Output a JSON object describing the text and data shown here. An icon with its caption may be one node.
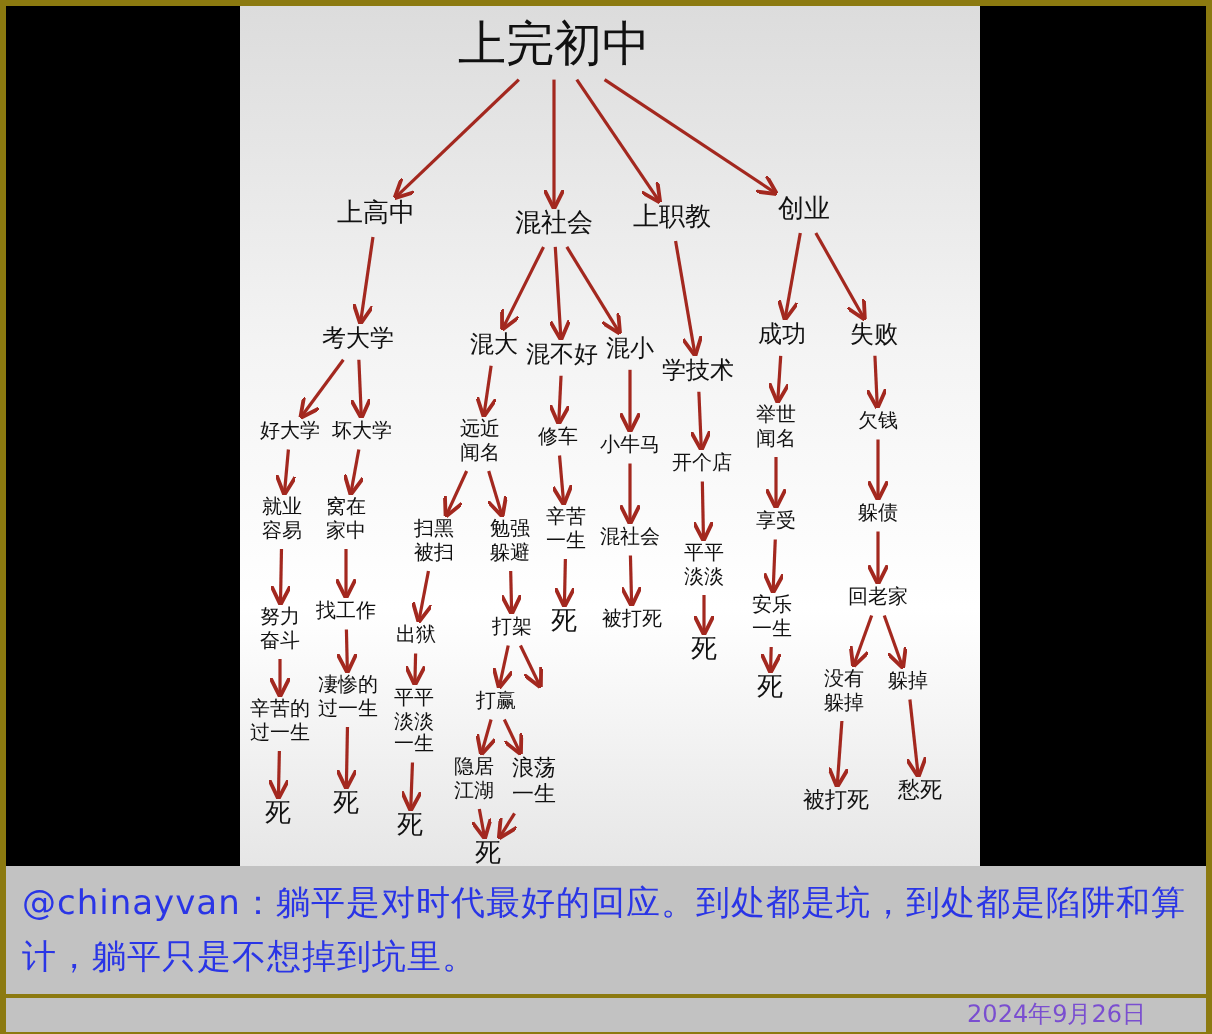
{
  "diagram": {
    "caption": "@chinayvan：躺平是对时代最好的回应。到处都是坑，到处都是陷阱和算计，躺平只是不想掉到坑里。",
    "nodes": [
      {
        "text": [
          "上完初中"
        ]
      },
      {
        "text": [
          "上高中"
        ]
      },
      {
        "text": [
          "混社会"
        ]
      },
      {
        "text": [
          "上职教"
        ]
      },
      {
        "text": [
          "创业"
        ]
      },
      {
        "text": [
          "考大学"
        ]
      },
      {
        "text": [
          "混大"
        ]
      },
      {
        "text": [
          "混不好"
        ]
      },
      {
        "text": [
          "混小"
        ]
      },
      {
        "text": [
          "学技术"
        ]
      },
      {
        "text": [
          "成功"
        ]
      },
      {
        "text": [
          "失败"
        ]
      },
      {
        "text": [
          "好大学"
        ]
      },
      {
        "text": [
          "坏大学"
        ]
      },
      {
        "text": [
          "远近闻名"
        ]
      },
      {
        "text": [
          "修车"
        ]
      },
      {
        "text": [
          "小牛马"
        ]
      },
      {
        "text": [
          "开个店"
        ]
      },
      {
        "text": [
          "举世闻名"
        ]
      },
      {
        "text": [
          "欠钱"
        ]
      },
      {
        "text": [
          "就业容易"
        ]
      },
      {
        "text": [
          "窝在家中"
        ]
      },
      {
        "text": [
          "扫黑被扫"
        ]
      },
      {
        "text": [
          "勉强躲避"
        ]
      },
      {
        "text": [
          "辛苦一生"
        ]
      },
      {
        "text": [
          "混社会"
        ]
      },
      {
        "text": [
          "平平淡淡"
        ]
      },
      {
        "text": [
          "享受"
        ]
      },
      {
        "text": [
          "躲债"
        ]
      },
      {
        "text": [
          "努力奋斗"
        ]
      },
      {
        "text": [
          "找工作"
        ]
      },
      {
        "text": [
          "出狱"
        ]
      },
      {
        "text": [
          "打架"
        ]
      },
      {
        "text": [
          "死"
        ]
      },
      {
        "text": [
          "被打死"
        ]
      },
      {
        "text": [
          "安乐一生"
        ]
      },
      {
        "text": [
          "回老家"
        ]
      },
      {
        "text": [
          "辛苦的过一生"
        ]
      },
      {
        "text": [
          "凄惨的过一生"
        ]
      },
      {
        "text": [
          "平平淡淡一生"
        ]
      },
      {
        "text": [
          "打赢"
        ]
      },
      {
        "text": [
          "死"
        ]
      },
      {
        "text": [
          "没有躲掉"
        ]
      },
      {
        "text": [
          "躲掉"
        ]
      },
      {
        "text": [
          "死"
        ]
      },
      {
        "text": [
          "死"
        ]
      },
      {
        "text": [
          "死"
        ]
      },
      {
        "text": [
          "隐居江湖"
        ]
      },
      {
        "text": [
          "浪荡一生"
        ]
      },
      {
        "text": [
          "死"
        ]
      },
      {
        "text": [
          "死"
        ]
      },
      {
        "text": [
          "被打死"
        ]
      },
      {
        "text": [
          "愁死"
        ]
      }
    ],
    "edges": [
      {
        "from": 0,
        "to": 1,
        "arrow": "to"
      },
      {
        "from": 0,
        "to": 2,
        "arrow": "to"
      },
      {
        "from": 0,
        "to": 3,
        "arrow": "to"
      },
      {
        "from": 0,
        "to": 4,
        "arrow": "to"
      },
      {
        "from": 1,
        "to": 5,
        "arrow": "to"
      },
      {
        "from": 2,
        "to": 6,
        "arrow": "to"
      },
      {
        "from": 2,
        "to": 7,
        "arrow": "to"
      },
      {
        "from": 2,
        "to": 8,
        "arrow": "to"
      },
      {
        "from": 3,
        "to": 9,
        "arrow": "to"
      },
      {
        "from": 4,
        "to": 10,
        "arrow": "to"
      },
      {
        "from": 4,
        "to": 11,
        "arrow": "to"
      },
      {
        "from": 5,
        "to": 12,
        "arrow": "to"
      },
      {
        "from": 5,
        "to": 13,
        "arrow": "to"
      },
      {
        "from": 6,
        "to": 14,
        "arrow": "to"
      },
      {
        "from": 7,
        "to": 15,
        "arrow": "to"
      },
      {
        "from": 8,
        "to": 16,
        "arrow": "to"
      },
      {
        "from": 9,
        "to": 17,
        "arrow": "to"
      },
      {
        "from": 10,
        "to": 18,
        "arrow": "to"
      },
      {
        "from": 11,
        "to": 19,
        "arrow": "to"
      },
      {
        "from": 12,
        "to": 20,
        "arrow": "to"
      },
      {
        "from": 13,
        "to": 21,
        "arrow": "to"
      },
      {
        "from": 14,
        "to": 22,
        "arrow": "to"
      },
      {
        "from": 14,
        "to": 23,
        "arrow": "to"
      },
      {
        "from": 15,
        "to": 24,
        "arrow": "to"
      },
      {
        "from": 16,
        "to": 25,
        "arrow": "to"
      },
      {
        "from": 17,
        "to": 26,
        "arrow": "to"
      },
      {
        "from": 18,
        "to": 27,
        "arrow": "to"
      },
      {
        "from": 19,
        "to": 28,
        "arrow": "to"
      },
      {
        "from": 20,
        "to": 29,
        "arrow": "to"
      },
      {
        "from": 21,
        "to": 30,
        "arrow": "to"
      },
      {
        "from": 22,
        "to": 31,
        "arrow": "to"
      },
      {
        "from": 23,
        "to": 32,
        "arrow": "to"
      },
      {
        "from": 24,
        "to": 33,
        "arrow": "to"
      },
      {
        "from": 25,
        "to": 34,
        "arrow": "to"
      },
      {
        "from": 26,
        "to": 41,
        "arrow": "to"
      },
      {
        "from": 27,
        "to": 35,
        "arrow": "to"
      },
      {
        "from": 28,
        "to": 36,
        "arrow": "to"
      },
      {
        "from": 29,
        "to": 37,
        "arrow": "to"
      },
      {
        "from": 30,
        "to": 38,
        "arrow": "to"
      },
      {
        "from": 31,
        "to": 39,
        "arrow": "to"
      },
      {
        "from": 32,
        "to": 40,
        "arrow": "to"
      },
      {
        "from": 32,
        "to": null,
        "arrow": "to"
      },
      {
        "from": 35,
        "to": 49,
        "arrow": "to"
      },
      {
        "from": 36,
        "to": 42,
        "arrow": "to"
      },
      {
        "from": 36,
        "to": 43,
        "arrow": "to"
      },
      {
        "from": 37,
        "to": 44,
        "arrow": "to"
      },
      {
        "from": 38,
        "to": 45,
        "arrow": "to"
      },
      {
        "from": 39,
        "to": 46,
        "arrow": "to"
      },
      {
        "from": 40,
        "to": 47,
        "arrow": "to"
      },
      {
        "from": 40,
        "to": 48,
        "arrow": "to"
      },
      {
        "from": 42,
        "to": 51,
        "arrow": "to"
      },
      {
        "from": 43,
        "to": 52,
        "arrow": "to"
      },
      {
        "from": 47,
        "to": 50,
        "arrow": "to"
      },
      {
        "from": 48,
        "to": 50,
        "arrow": "to"
      }
    ],
    "labels": [
      "2024年9月26日"
    ]
  }
}
